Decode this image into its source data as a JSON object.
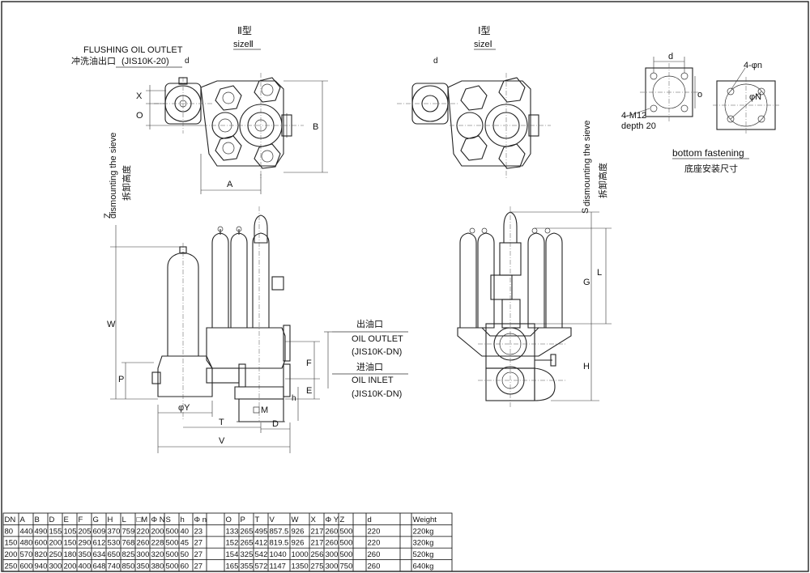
{
  "labels": {
    "type2": "Ⅱ型",
    "type2_en": "sizeⅡ",
    "type1": "Ⅰ型",
    "type1_en": "sizeⅠ",
    "flushing_en": "FLUSHING OIL OUTLET",
    "flushing_cn": "冲洗油出口",
    "flushing_spec": "(JIS10K-20)",
    "dismount_en": "dismounting the sieve",
    "dismount_cn": "拆卸高度",
    "outlet_cn": "出油口",
    "outlet_en": "OIL OUTLET",
    "outlet_spec": "(JIS10K-DN)",
    "inlet_cn": "进油口",
    "inlet_en": "OIL INLET",
    "inlet_spec": "(JIS10K-DN)",
    "bottom_en": "bottom fastening",
    "bottom_cn": "底座安装尺寸",
    "bolt": "4-M12",
    "depth": "depth 20",
    "holes": "4-φn",
    "phi_n": "φN",
    "dim_d": "d",
    "dim_o": "o"
  },
  "dims": {
    "X": "X",
    "O": "O",
    "B": "B",
    "A": "A",
    "Z": "Z",
    "W": "W",
    "P": "P",
    "F": "F",
    "E": "E",
    "h": "h",
    "M": "M",
    "phiY": "φY",
    "T": "T",
    "D": "D",
    "V": "V",
    "S": "S",
    "L": "L",
    "G": "G",
    "H": "H",
    "d_small": "d"
  },
  "table": {
    "headers": [
      "DN",
      "A",
      "B",
      "D",
      "E",
      "F",
      "G",
      "H",
      "L",
      "□M",
      "Φ N",
      "S",
      "h",
      "Φ n",
      "",
      "O",
      "P",
      "T",
      "V",
      "W",
      "X",
      "Φ Y",
      "Z",
      "",
      "d",
      "",
      "Weight"
    ],
    "rows": [
      [
        "80",
        "440",
        "490",
        "155",
        "105",
        "205",
        "609",
        "370",
        "759",
        "220",
        "200",
        "500",
        "40",
        "23",
        "",
        "133",
        "265",
        "495",
        "857.5",
        "926",
        "217",
        "260",
        "500",
        "",
        "220",
        "",
        "220kg"
      ],
      [
        "150",
        "480",
        "600",
        "200",
        "150",
        "290",
        "612",
        "530",
        "768",
        "260",
        "228",
        "500",
        "45",
        "27",
        "",
        "152",
        "265",
        "412",
        "819.5",
        "926",
        "217",
        "260",
        "500",
        "",
        "220",
        "",
        "320kg"
      ],
      [
        "200",
        "570",
        "820",
        "250",
        "180",
        "350",
        "634",
        "650",
        "825",
        "300",
        "320",
        "500",
        "50",
        "27",
        "",
        "154",
        "325",
        "542",
        "1040",
        "1000",
        "256",
        "300",
        "500",
        "",
        "260",
        "",
        "520kg"
      ],
      [
        "250",
        "600",
        "940",
        "300",
        "200",
        "400",
        "648",
        "740",
        "850",
        "350",
        "380",
        "500",
        "60",
        "27",
        "",
        "165",
        "355",
        "572",
        "1147",
        "1350",
        "275",
        "300",
        "750",
        "",
        "260",
        "",
        "640kg"
      ]
    ]
  }
}
